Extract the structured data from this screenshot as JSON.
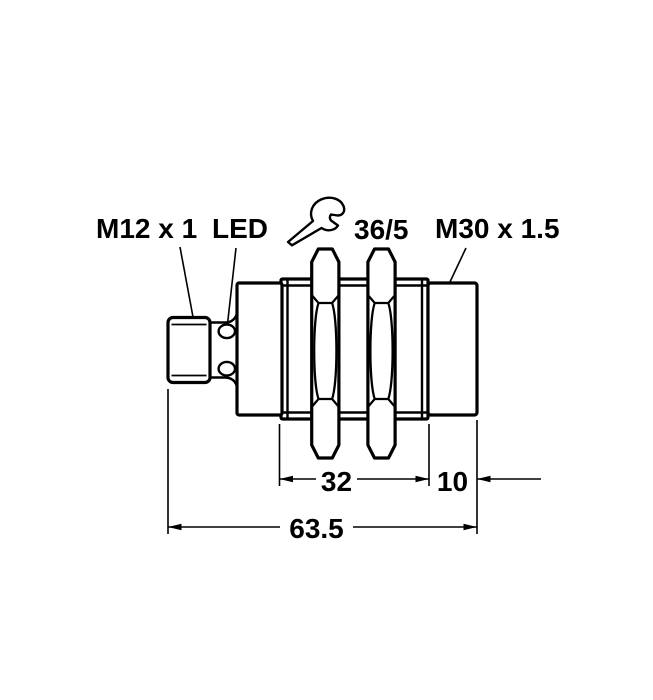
{
  "drawing": {
    "title": "Inductive sensor dimensional drawing",
    "colors": {
      "line": "#000000",
      "background": "#ffffff"
    },
    "callouts": {
      "connector_thread": "M12 x 1",
      "led": "LED",
      "wrench_icon": "open-end-wrench",
      "wrench_size": "36/5",
      "housing_thread": "M30 x 1.5"
    },
    "dimensions": {
      "nut_section_length": "32",
      "thread_section_length": "10",
      "overall_length": "63.5"
    }
  }
}
